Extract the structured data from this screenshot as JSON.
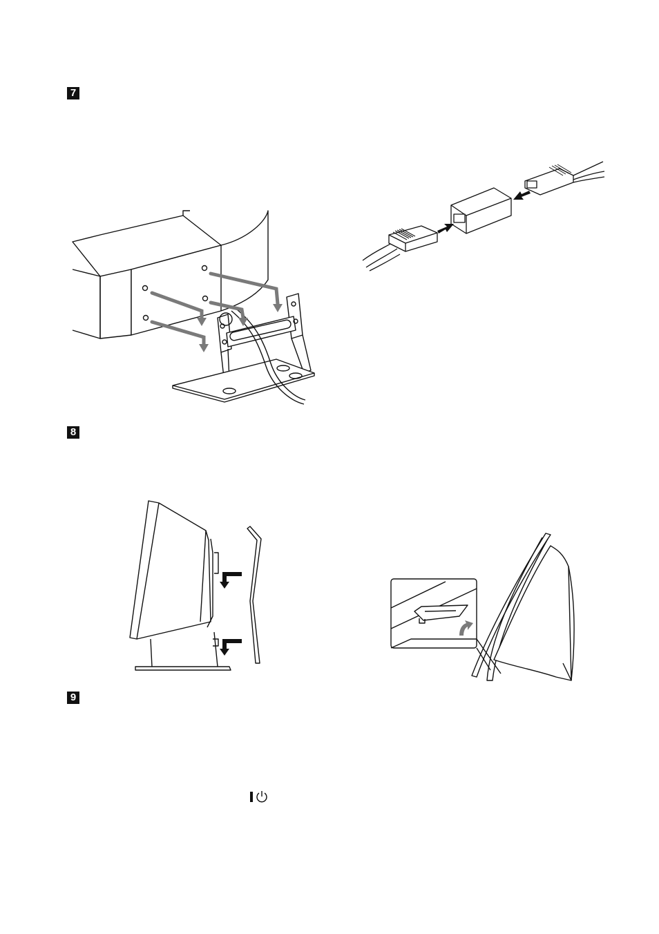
{
  "steps": [
    {
      "number": "7"
    },
    {
      "number": "8"
    },
    {
      "number": "9"
    }
  ],
  "icons": {
    "power": "power-symbol-icon"
  },
  "colors": {
    "line": "#111111",
    "arrow_gray": "#7a7a7a",
    "arrow_black": "#111111",
    "background": "#ffffff"
  }
}
